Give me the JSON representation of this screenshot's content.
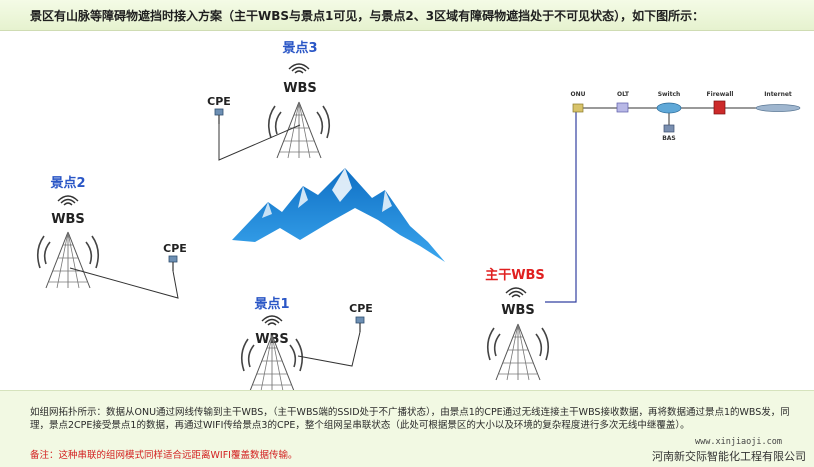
{
  "header": {
    "title": "景区有山脉等障碍物遮挡时接入方案（主干WBS与景点1可见，与景点2、3区域有障碍物遮挡处于不可见状态），如下图所示："
  },
  "diagram": {
    "sites": {
      "scenic3": {
        "name": "景点3",
        "device": "WBS"
      },
      "scenic2": {
        "name": "景点2",
        "device": "WBS"
      },
      "scenic1": {
        "name": "景点1",
        "device": "WBS"
      },
      "backbone": {
        "name": "主干WBS",
        "device": "WBS"
      }
    },
    "cpe_label": "CPE",
    "network_chain": [
      "ONU",
      "OLT",
      "Switch",
      "Firewall",
      "Internet"
    ],
    "bas_label": "BAS"
  },
  "footer": {
    "description": "如组网拓扑所示：数据从ONU通过网线传输到主干WBS，（主干WBS端的SSID处于不广播状态），由景点1的CPE通过无线连接主干WBS接收数据，再将数据通过景点1的WBS发，同理，景点2CPE接受景点1的数据，再通过WIFI传给景点3的CPE，整个组网呈串联状态（此处可根据景区的大小以及环境的复杂程度进行多次无线中继覆盖）。",
    "note": "备注：这种串联的组网模式同样适合远距离WIFI覆盖数据传输。",
    "url": "www.xinjiaoji.com",
    "company": "河南新交际智能化工程有限公司"
  },
  "colors": {
    "scenic_label": "#2a56c6",
    "backbone_label": "#e02020",
    "mountain": "#1e88d8",
    "link_line": "#333333",
    "chain_line": "#3340a0"
  }
}
